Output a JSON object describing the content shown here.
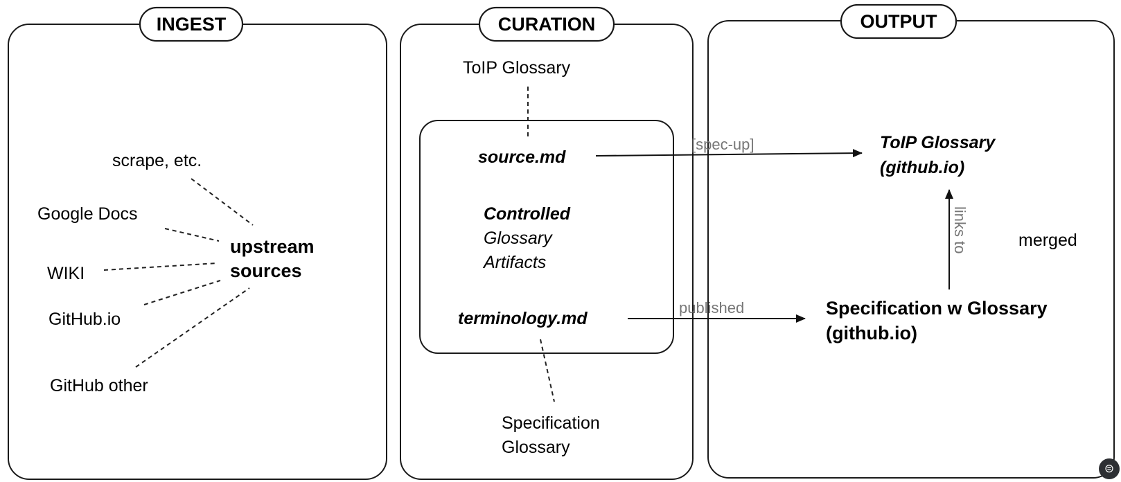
{
  "panels": {
    "ingest": {
      "title": "INGEST"
    },
    "curation": {
      "title": "CURATION"
    },
    "output": {
      "title": "OUTPUT"
    }
  },
  "ingest": {
    "sources": [
      "scrape, etc.",
      "Google Docs",
      "WIKI",
      "GitHub.io",
      "GitHub other"
    ],
    "hub_line1": "upstream",
    "hub_line2": "sources"
  },
  "curation": {
    "top_label": "ToIP Glossary",
    "source_file": "source.md",
    "artifacts_line1": "Controlled",
    "artifacts_line2": "Glossary",
    "artifacts_line3": "Artifacts",
    "terminology_file": "terminology.md",
    "bottom_label_line1": "Specification",
    "bottom_label_line2": "Glossary"
  },
  "output": {
    "toip_line1": "ToIP Glossary",
    "toip_line2": "(github.io)",
    "spec_line1": "Specification w Glossary",
    "spec_line2": "(github.io)",
    "merged": "merged"
  },
  "edges": {
    "spec_up": "[spec-up]",
    "published": "published",
    "links_to": "links to"
  },
  "colors": {
    "stroke": "#1a1a1a",
    "edge_label": "#777777"
  }
}
